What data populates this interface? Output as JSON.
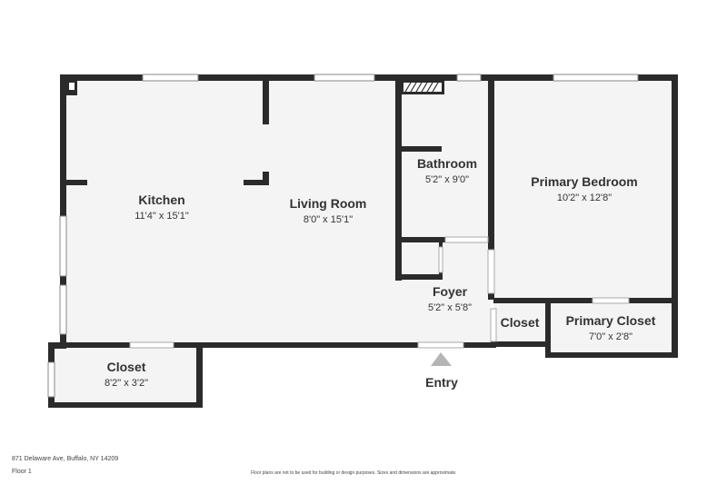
{
  "rooms": {
    "kitchen": {
      "name": "Kitchen",
      "dims": "11'4\" x 15'1\""
    },
    "living_room": {
      "name": "Living Room",
      "dims": "8'0\" x 15'1\""
    },
    "bathroom": {
      "name": "Bathroom",
      "dims": "5'2\" x 9'0\""
    },
    "primary_bedroom": {
      "name": "Primary Bedroom",
      "dims": "10'2\" x 12'8\""
    },
    "foyer": {
      "name": "Foyer",
      "dims": "5'2\" x 5'8\""
    },
    "closet_small": {
      "name": "Closet"
    },
    "primary_closet": {
      "name": "Primary Closet",
      "dims": "7'0\" x 2'8\""
    },
    "closet_lower": {
      "name": "Closet",
      "dims": "8'2\" x 3'2\""
    }
  },
  "entry": {
    "label": "Entry"
  },
  "footer": {
    "address": "871 Delaware Ave, Buffalo, NY 14209",
    "floor": "Floor 1",
    "disclaimer": "Floor plans are not to be used for building or design purposes. Sizes and dimensions are approximate."
  },
  "colors": {
    "wall": "#2b2b2b",
    "floor": "#f4f4f4",
    "text": "#333333",
    "entry_arrow": "#b5b5b5"
  }
}
